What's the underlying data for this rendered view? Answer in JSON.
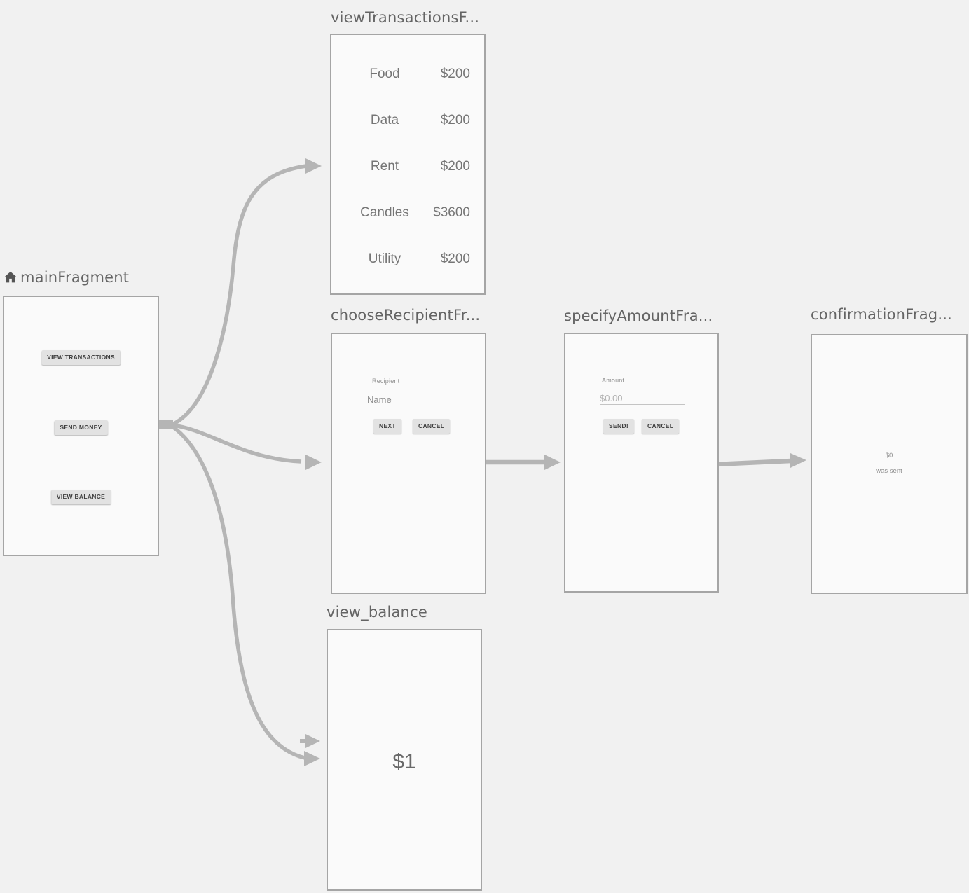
{
  "editor": {
    "type": "navigation-graph"
  },
  "colors": {
    "canvas_bg": "#f1f1f1",
    "card_bg": "#fafafa",
    "card_border": "#a5a5a5",
    "arrow": "#b5b5b5",
    "title_text": "#646464",
    "content_text": "#757575",
    "button_bg": "#e2e2e2"
  },
  "fragments": {
    "main": {
      "title": "mainFragment",
      "home_icon": "home-icon",
      "buttons": [
        "VIEW TRANSACTIONS",
        "SEND MONEY",
        "VIEW BALANCE"
      ]
    },
    "view_transactions": {
      "title": "viewTransactionsF...",
      "rows": [
        {
          "label": "Food",
          "amount": "$200"
        },
        {
          "label": "Data",
          "amount": "$200"
        },
        {
          "label": "Rent",
          "amount": "$200"
        },
        {
          "label": "Candles",
          "amount": "$3600"
        },
        {
          "label": "Utility",
          "amount": "$200"
        }
      ]
    },
    "choose_recipient": {
      "title": "chooseRecipientFr...",
      "field_label": "Recipient",
      "field_placeholder": "Name",
      "buttons": [
        "NEXT",
        "CANCEL"
      ]
    },
    "specify_amount": {
      "title": "specifyAmountFra...",
      "field_label": "Amount",
      "field_placeholder": "$0.00",
      "buttons": [
        "SEND!",
        "CANCEL"
      ]
    },
    "confirmation": {
      "title": "confirmationFrag...",
      "amount": "$0",
      "message": "was sent"
    },
    "view_balance": {
      "title": "view_balance",
      "balance": "$1"
    }
  },
  "actions": [
    {
      "from": "mainFragment",
      "to": "viewTransactionsF..."
    },
    {
      "from": "mainFragment",
      "to": "chooseRecipientFr..."
    },
    {
      "from": "mainFragment",
      "to": "view_balance"
    },
    {
      "from": "global",
      "to": "view_balance"
    },
    {
      "from": "chooseRecipientFr...",
      "to": "specifyAmountFra..."
    },
    {
      "from": "specifyAmountFra...",
      "to": "confirmationFrag..."
    }
  ]
}
